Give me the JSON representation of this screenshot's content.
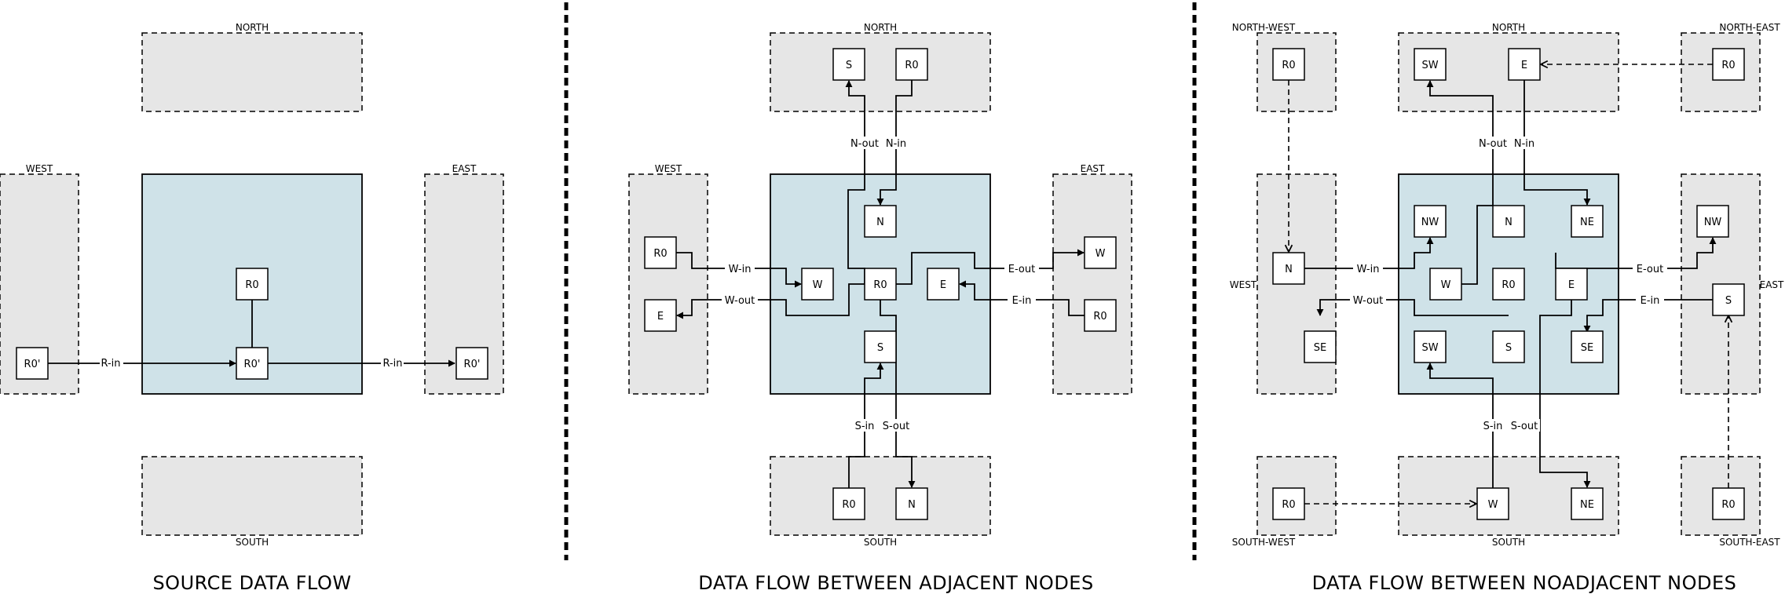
{
  "panels": [
    {
      "title": "SOURCE DATA FLOW",
      "regions": [
        "NORTH",
        "WEST",
        "EAST",
        "SOUTH"
      ],
      "boxes": [
        "R0'",
        "R0",
        "R0'",
        "R0'"
      ],
      "ports": [
        "R-in",
        "R-in"
      ]
    },
    {
      "title": "DATA FLOW BETWEEN ADJACENT NODES",
      "regions": [
        "NORTH",
        "WEST",
        "EAST",
        "SOUTH"
      ],
      "boxes": [
        "S",
        "R0",
        "R0",
        "E",
        "W",
        "R0",
        "R0",
        "N",
        "N",
        "W",
        "R0",
        "E",
        "S"
      ],
      "ports": [
        "N-out",
        "N-in",
        "W-in",
        "W-out",
        "E-out",
        "E-in",
        "S-in",
        "S-out"
      ]
    },
    {
      "title": "DATA FLOW BETWEEN NOADJACENT NODES",
      "regions": [
        "NORTH-WEST",
        "NORTH",
        "NORTH-EAST",
        "WEST",
        "EAST",
        "SOUTH-WEST",
        "SOUTH",
        "SOUTH-EAST"
      ],
      "boxes": [
        "R0",
        "SW",
        "E",
        "R0",
        "N",
        "SE",
        "NW",
        "S",
        "R0",
        "W",
        "NE",
        "NW",
        "N",
        "NE",
        "W",
        "R0",
        "E",
        "SW",
        "S",
        "SE"
      ],
      "ports": [
        "N-out",
        "N-in",
        "W-in",
        "W-out",
        "E-out",
        "E-in",
        "S-in",
        "S-out"
      ]
    }
  ]
}
